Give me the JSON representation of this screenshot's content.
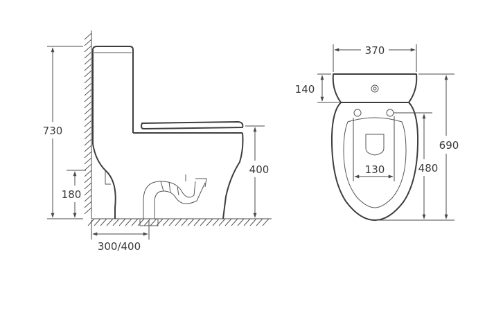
{
  "side_view": {
    "height_total": "730",
    "seat_height": "400",
    "outlet_height": "180",
    "rough_in": "300/400"
  },
  "top_view": {
    "width": "370",
    "tank_depth": "140",
    "total_depth": "690",
    "bowl_depth": "480",
    "hinge_spacing": "130"
  },
  "colors": {
    "line": "#3d3d3d",
    "background": "#ffffff"
  }
}
